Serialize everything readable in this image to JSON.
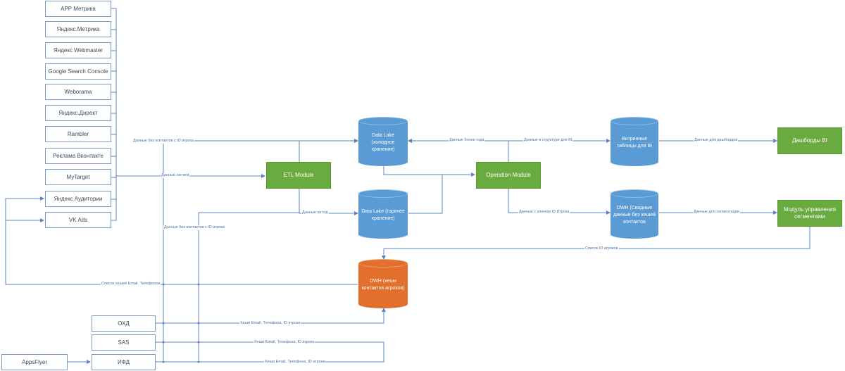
{
  "sources": [
    "APP Метрика",
    "Яндекс.Метрика",
    "Яндекс Webmaster",
    "Google Search Console",
    "Weborama",
    "Яндекс.Директ",
    "Rambler",
    "Реклама Вконтакте",
    "MyTarget",
    "Яндекс Аудитории",
    "VK Ads"
  ],
  "bottom_sources": [
    "ОХД",
    "SAS",
    "ИФД"
  ],
  "appsflyer": "AppsFlyer",
  "modules": {
    "etl": "ETL Module",
    "operation": "Operation Module",
    "dashboards": "Дашборды BI",
    "segments": "Модуль управления сегментами"
  },
  "stores": {
    "lake_cold": "Data Lake (холодное хранение)",
    "lake_hot": "Data Lake (горячее хранение)",
    "showcase": "Витринные таблицы для BI",
    "dwh_summary": "DWH (Сводные данные без хешей контактов",
    "dwh_hashes": "DWH (хеши контактов игроков)"
  },
  "edge_labels": {
    "no_contacts_top": "Данные без контактов с ID игрока",
    "system_data": "Данные систем",
    "older_than_year": "Данные более года",
    "bi_structure": "Данные в структуре для BI",
    "dashboard_data": "Данные для дашбордов",
    "last_year": "Данные за год",
    "player_id_key": "Данные с ключом ID Игрока",
    "segmentation_data": "Данные для сегментации",
    "no_contacts_mid": "Данные без контактов с ID игрока",
    "player_ids": "Список ID игроков",
    "hash_list": "Список хешей Email, Телефонов",
    "hash_ohd": "Хеши Email, Телефона, ID игрока",
    "hash_sas": "Хеши Email, Телефона, ID игрока",
    "hash_ifd": "Хеши Email, Телефона, ID игрока"
  },
  "colors": {
    "line": "#5b84c4",
    "source_border": "#7a9cc4",
    "module_green": "#6aab3f",
    "store_blue": "#5b9bd5",
    "store_orange": "#e2702c"
  }
}
